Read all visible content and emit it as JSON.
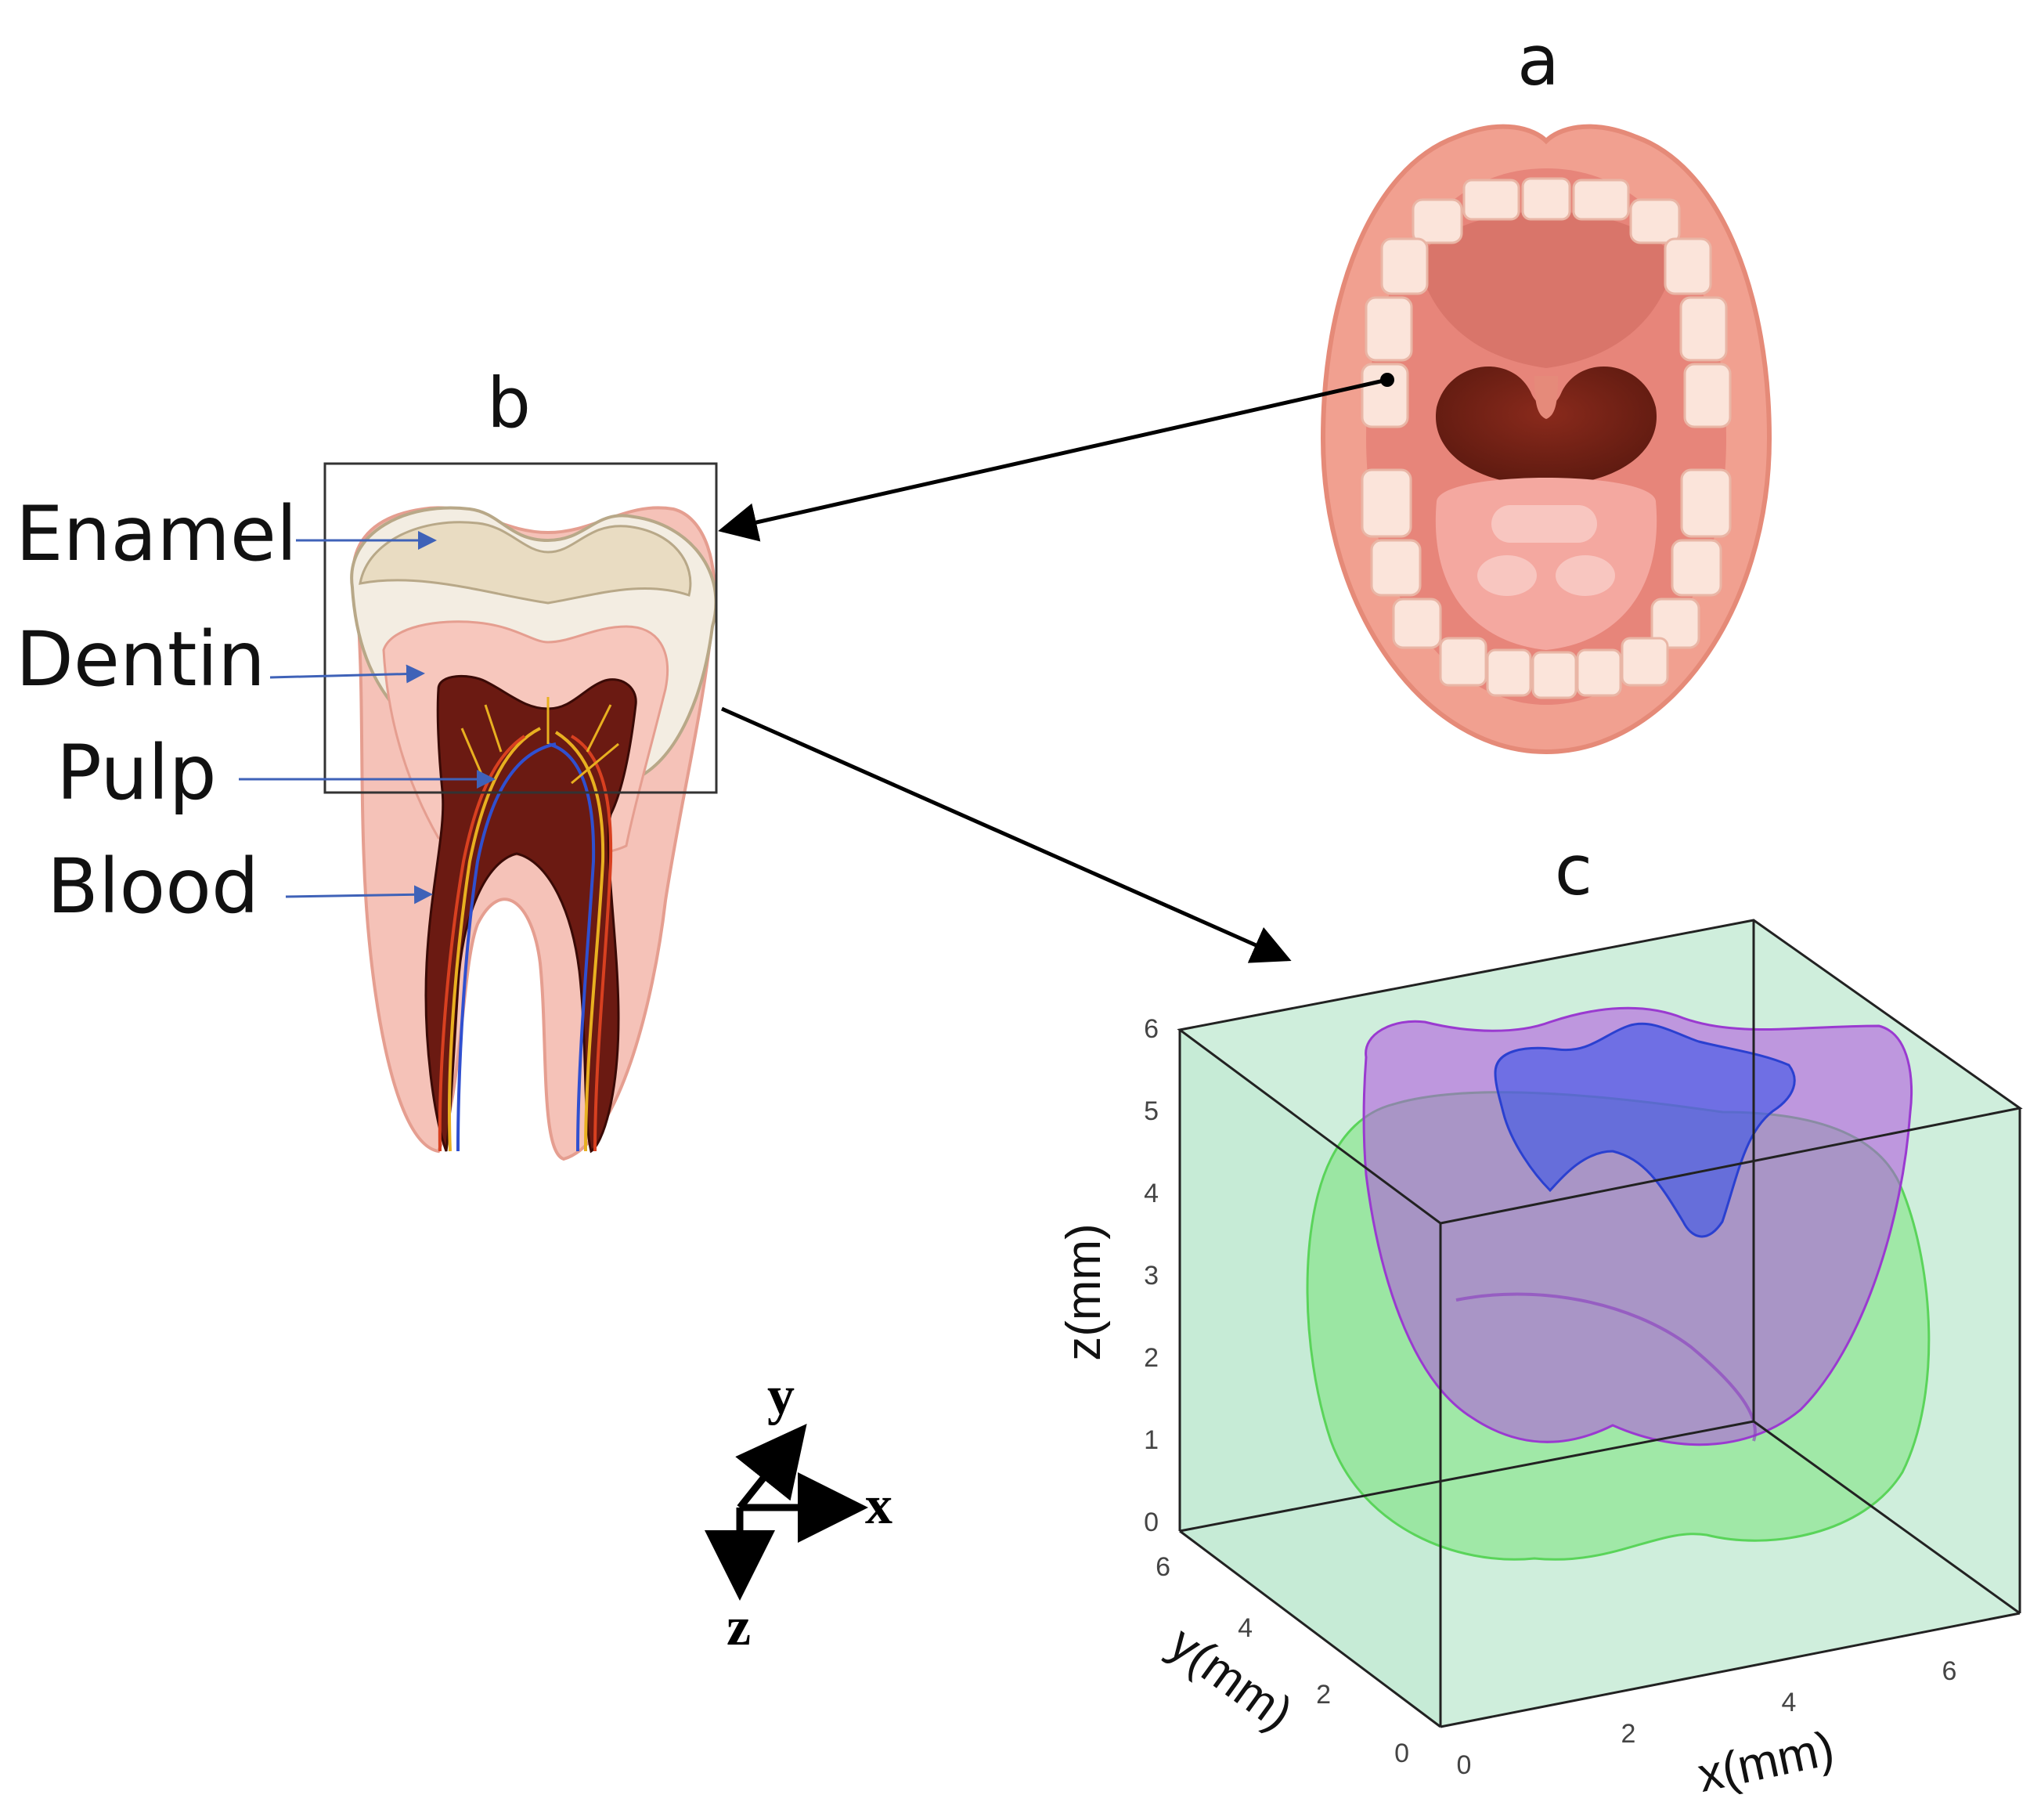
{
  "panels": {
    "a": "a",
    "b": "b",
    "c": "c"
  },
  "tooth_labels": [
    "Enamel",
    "Dentin",
    "Pulp",
    "Blood"
  ],
  "plot": {
    "z_ticks": [
      "0",
      "1",
      "2",
      "3",
      "4",
      "5",
      "6"
    ],
    "x_ticks": [
      "0",
      "2",
      "4",
      "6"
    ],
    "y_ticks": [
      "0",
      "2",
      "4",
      "6"
    ],
    "xlabel": "x(mm)",
    "ylabel": "y(mm)",
    "zlabel": "z(mm)",
    "layer_colors": {
      "outer": "#66e066",
      "middle": "#b050e0",
      "inner": "#3a55e8",
      "box": "#a8e0c0"
    }
  },
  "compass": {
    "x": "x",
    "y": "y",
    "z": "z"
  }
}
